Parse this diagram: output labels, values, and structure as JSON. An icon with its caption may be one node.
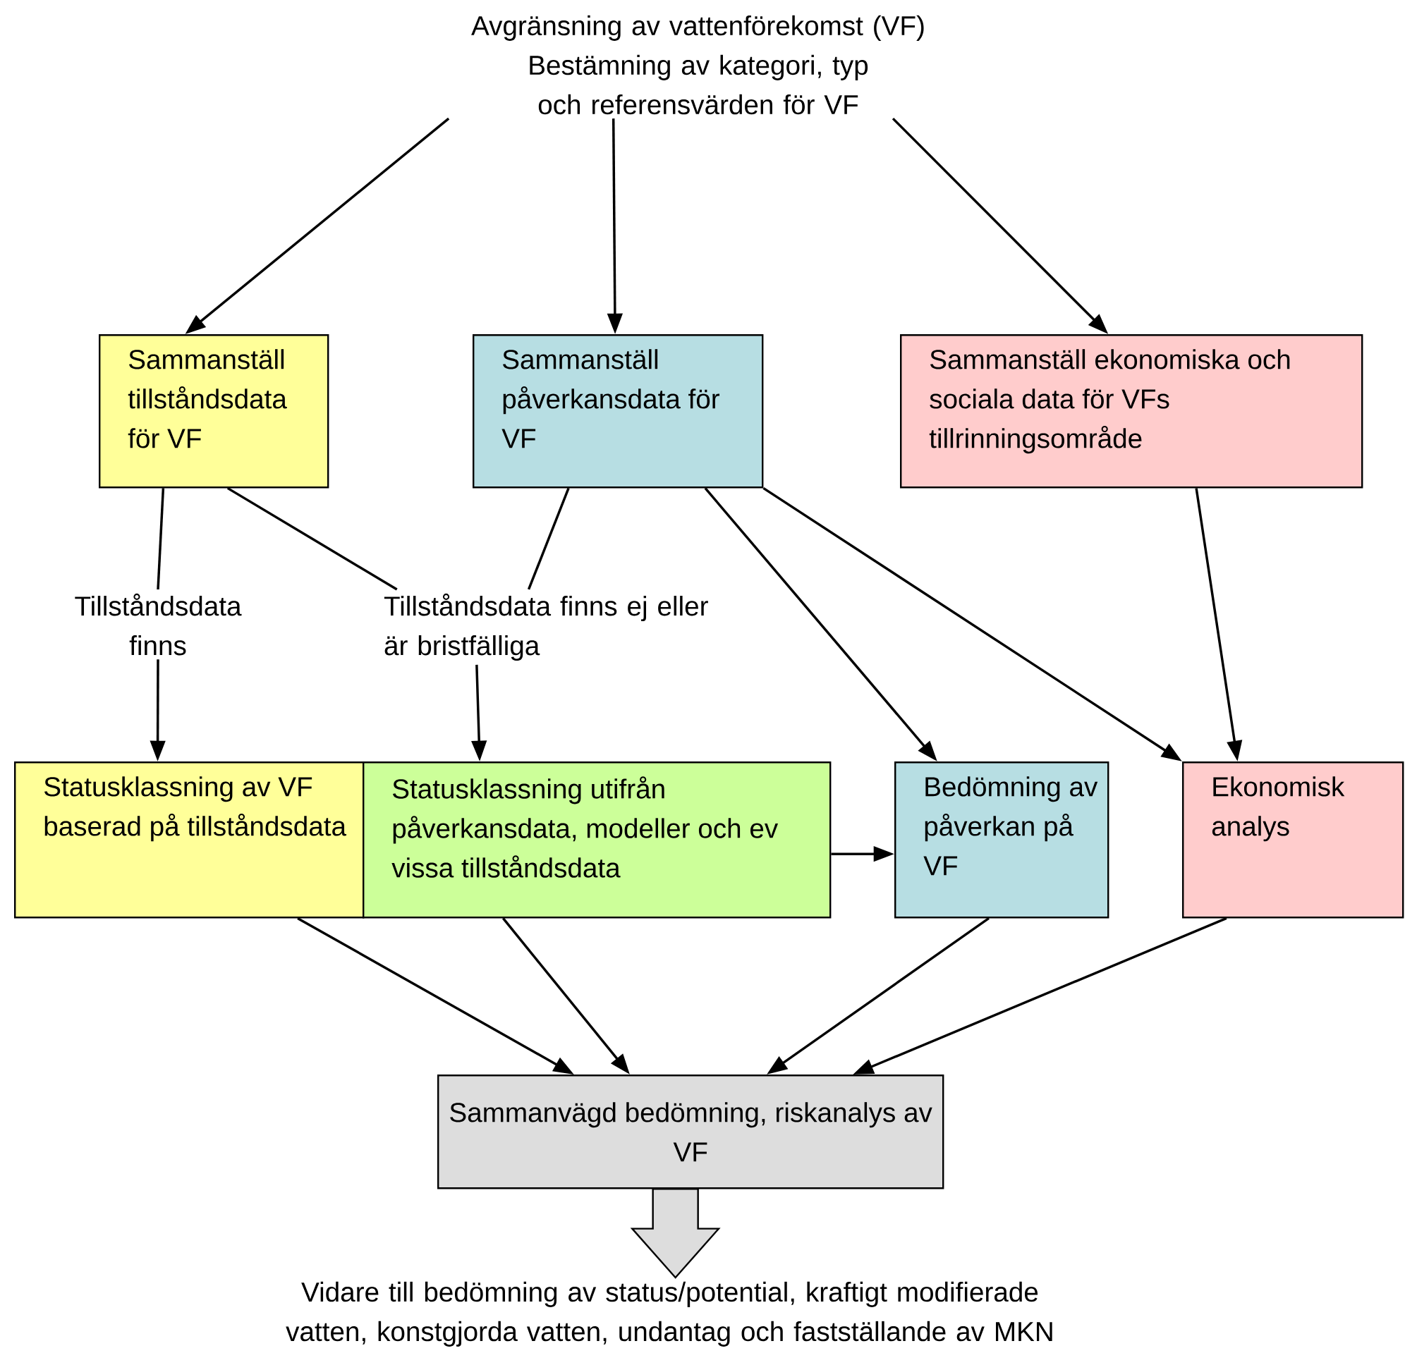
{
  "diagram": {
    "nodes": [
      {
        "text": [
          "Avgränsning av vattenförekomst (VF)",
          "Bestämning av kategori, typ och referensvärden för VF"
        ]
      },
      {
        "text": [
          "Sammanställ tillståndsdata för VF"
        ]
      },
      {
        "text": [
          "Sammanställ påverkansdata för VF"
        ]
      },
      {
        "text": [
          "Sammanställ ekonomiska och sociala data för VFs tillrinningsområde"
        ]
      },
      {
        "text": [
          "Tillståndsdata finns"
        ]
      },
      {
        "text": [
          "Tillståndsdata finns ej eller är bristfälliga"
        ]
      },
      {
        "text": [
          "Statusklassning av VF baserad på tillståndsdata"
        ]
      },
      {
        "text": [
          "Statusklassning utifrån påverkansdata, modeller och ev vissa tillståndsdata"
        ]
      },
      {
        "text": [
          "Bedömning av påverkan på VF"
        ]
      },
      {
        "text": [
          "Ekonomisk analys"
        ]
      },
      {
        "text": [
          "Sammanvägd bedömning, riskanalys av VF"
        ]
      },
      {
        "text": [
          "Vidare till bedömning av status/potential, kraftigt modifierade vatten, konstgjorda vatten, undantag och fastställande av MKN"
        ]
      }
    ],
    "edges": [
      {
        "from": 0,
        "to": 1,
        "arrow": "to"
      },
      {
        "from": 0,
        "to": 2,
        "arrow": "to"
      },
      {
        "from": 0,
        "to": 3,
        "arrow": "to"
      },
      {
        "from": 1,
        "to": 4,
        "arrow": "none"
      },
      {
        "from": 1,
        "to": 5,
        "arrow": "none"
      },
      {
        "from": 2,
        "to": 5,
        "arrow": "none"
      },
      {
        "from": 4,
        "to": 6,
        "arrow": "to"
      },
      {
        "from": 5,
        "to": 7,
        "arrow": "to"
      },
      {
        "from": 2,
        "to": 8,
        "arrow": "to"
      },
      {
        "from": 2,
        "to": 9,
        "arrow": "to"
      },
      {
        "from": 3,
        "to": 9,
        "arrow": "to"
      },
      {
        "from": 7,
        "to": 8,
        "arrow": "to"
      },
      {
        "from": 6,
        "to": 10,
        "arrow": "to"
      },
      {
        "from": 7,
        "to": 10,
        "arrow": "to"
      },
      {
        "from": 8,
        "to": 10,
        "arrow": "to"
      },
      {
        "from": 9,
        "to": 10,
        "arrow": "to"
      },
      {
        "from": 10,
        "to": 11,
        "arrow": "to",
        "style": "thick"
      }
    ]
  }
}
